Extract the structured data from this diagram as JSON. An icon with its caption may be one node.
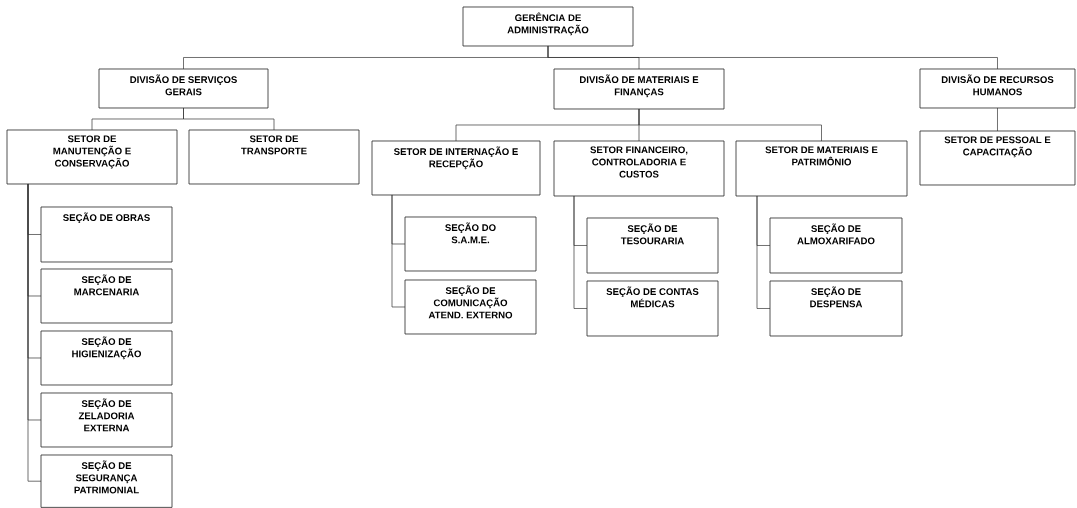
{
  "diagram": {
    "nodes": [
      {
        "text": [
          "GERÊNCIA DE ADMINISTRAÇÃO"
        ]
      },
      {
        "text": [
          "DIVISÃO DE SERVIÇOS GERAIS"
        ]
      },
      {
        "text": [
          "DIVISÃO DE MATERIAIS E FINANÇAS"
        ]
      },
      {
        "text": [
          "DIVISÃO DE RECURSOS HUMANOS"
        ]
      },
      {
        "text": [
          "SETOR DE MANUTENÇÃO E CONSERVAÇÃO"
        ]
      },
      {
        "text": [
          "SETOR DE TRANSPORTE"
        ]
      },
      {
        "text": [
          "SETOR DE INTERNAÇÃO E RECEPÇÃO"
        ]
      },
      {
        "text": [
          "SETOR FINANCEIRO, CONTROLADORIA E CUSTOS"
        ]
      },
      {
        "text": [
          "SETOR DE MATERIAIS E PATRIMÔNIO"
        ]
      },
      {
        "text": [
          "SETOR DE PESSOAL E CAPACITAÇÃO"
        ]
      },
      {
        "text": [
          "SEÇÃO DE OBRAS"
        ]
      },
      {
        "text": [
          "SEÇÃO DE MARCENARIA"
        ]
      },
      {
        "text": [
          "SEÇÃO DE HIGIENIZAÇÃO"
        ]
      },
      {
        "text": [
          "SEÇÃO DE ZELADORIA EXTERNA"
        ]
      },
      {
        "text": [
          "SEÇÃO DE SEGURANÇA PATRIMONIAL"
        ]
      },
      {
        "text": [
          "SEÇÃO DO S.A.M.E."
        ]
      },
      {
        "text": [
          "SEÇÃO DE COMUNICAÇÃO ATEND. EXTERNO"
        ]
      },
      {
        "text": [
          "SEÇÃO DE TESOURARIA"
        ]
      },
      {
        "text": [
          "SEÇÃO DE CONTAS MÉDICAS"
        ]
      },
      {
        "text": [
          "SEÇÃO DE ALMOXARIFADO"
        ]
      },
      {
        "text": [
          "SEÇÃO DE DESPENSA"
        ]
      }
    ],
    "edges": [
      {
        "from": 0,
        "to": 1,
        "arrow": "none"
      },
      {
        "from": 0,
        "to": 2,
        "arrow": "none"
      },
      {
        "from": 0,
        "to": 3,
        "arrow": "none"
      },
      {
        "from": 1,
        "to": 4,
        "arrow": "none"
      },
      {
        "from": 1,
        "to": 5,
        "arrow": "none"
      },
      {
        "from": 2,
        "to": 6,
        "arrow": "none"
      },
      {
        "from": 2,
        "to": 7,
        "arrow": "none"
      },
      {
        "from": 2,
        "to": 8,
        "arrow": "none"
      },
      {
        "from": 3,
        "to": 9,
        "arrow": "none"
      },
      {
        "from": 4,
        "to": 10,
        "arrow": "none"
      },
      {
        "from": 4,
        "to": 11,
        "arrow": "none"
      },
      {
        "from": 4,
        "to": 12,
        "arrow": "none"
      },
      {
        "from": 4,
        "to": 13,
        "arrow": "none"
      },
      {
        "from": 4,
        "to": 14,
        "arrow": "none"
      },
      {
        "from": 6,
        "to": 15,
        "arrow": "none"
      },
      {
        "from": 6,
        "to": 16,
        "arrow": "none"
      },
      {
        "from": 7,
        "to": 17,
        "arrow": "none"
      },
      {
        "from": 7,
        "to": 18,
        "arrow": "none"
      },
      {
        "from": 8,
        "to": 19,
        "arrow": "none"
      },
      {
        "from": 8,
        "to": 20,
        "arrow": "none"
      }
    ]
  }
}
